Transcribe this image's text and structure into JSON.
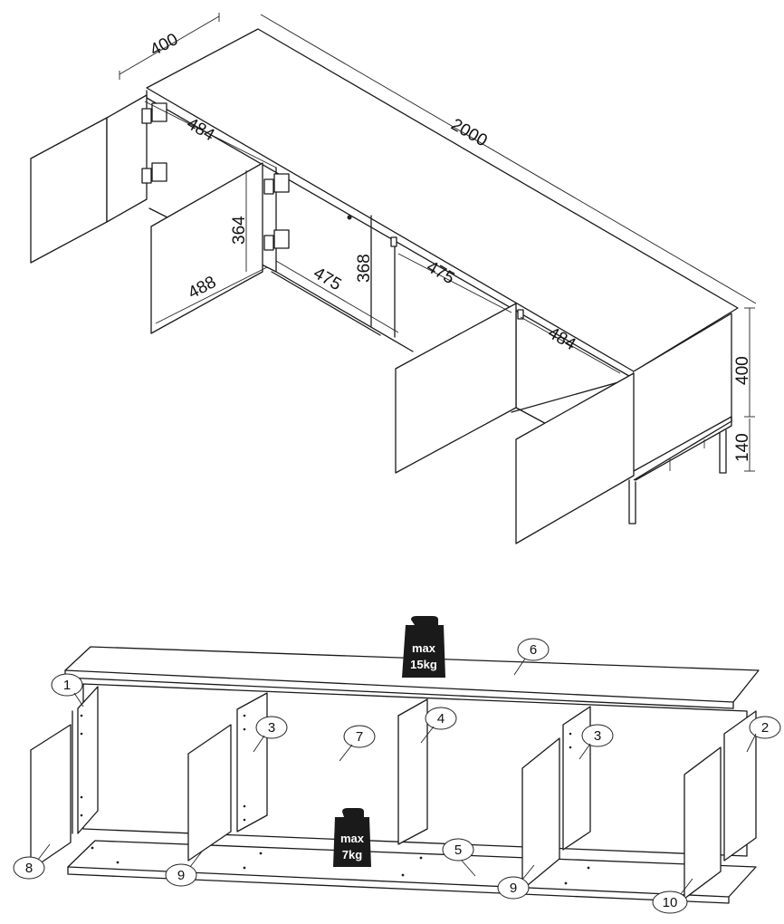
{
  "dimensions": {
    "depth": "400",
    "width": "2000",
    "door_left_depth": "484",
    "door_left_height": "364",
    "door_left_width": "488",
    "shelf_depth_center": "475",
    "center_height": "368",
    "shelf_depth_right": "475",
    "door_right_depth": "484",
    "body_height": "400",
    "leg_height": "140"
  },
  "weights": {
    "top": {
      "line1": "max",
      "line2": "15kg"
    },
    "bottom": {
      "line1": "max",
      "line2": "7kg"
    }
  },
  "callouts": [
    "1",
    "2",
    "3",
    "3",
    "4",
    "5",
    "6",
    "7",
    "8",
    "9",
    "9",
    "10"
  ]
}
